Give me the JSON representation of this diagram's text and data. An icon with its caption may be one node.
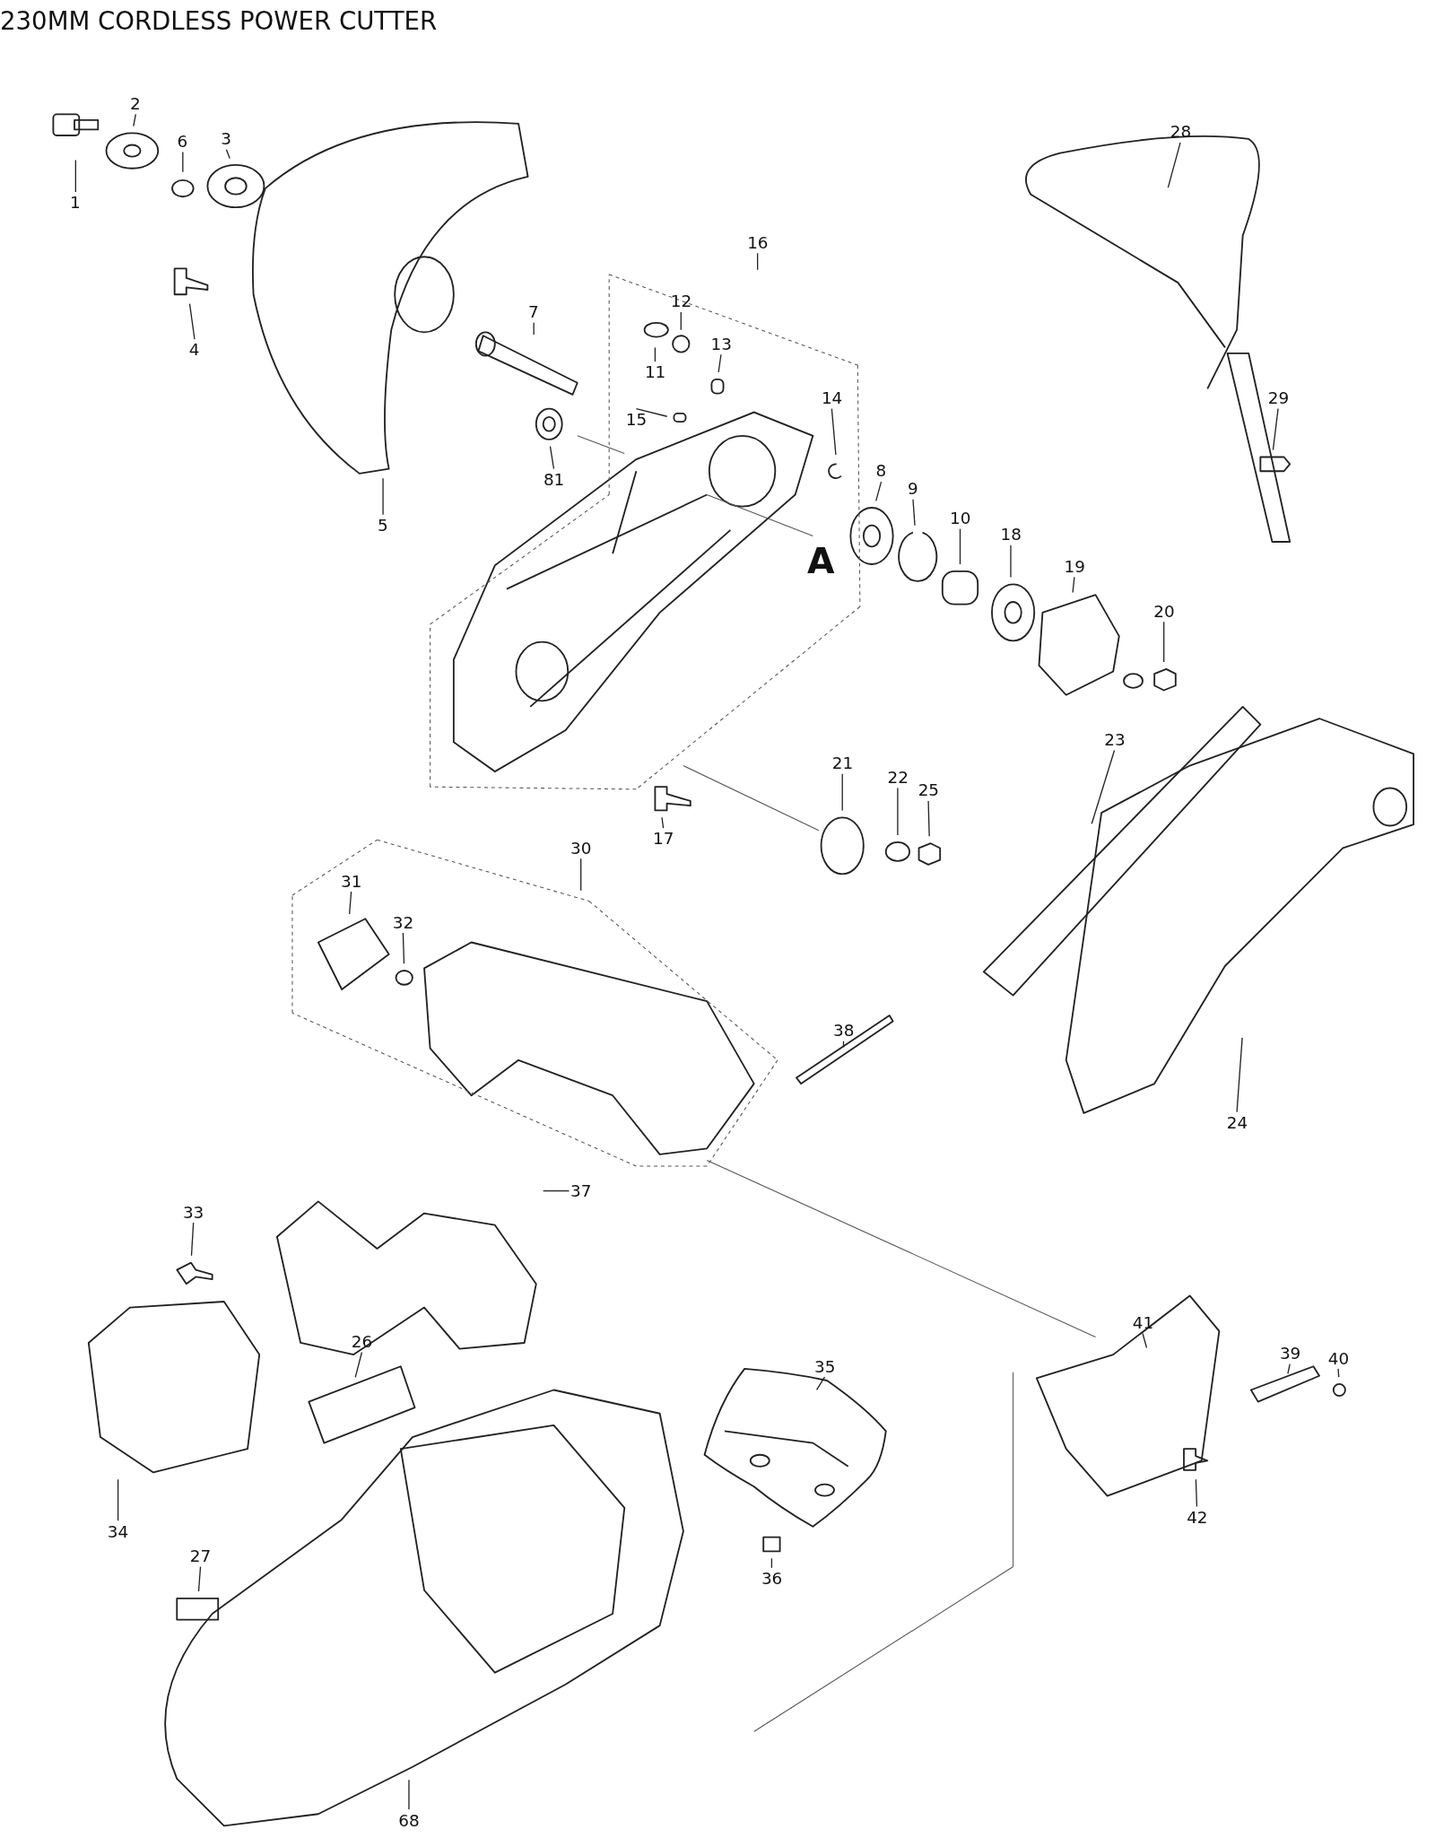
{
  "diagram": {
    "title": "230MM CORDLESS POWER CUTTER",
    "nodes": [
      {
        "text": [
          "1"
        ]
      },
      {
        "text": [
          "2"
        ]
      },
      {
        "text": [
          "6"
        ]
      },
      {
        "text": [
          "3"
        ]
      },
      {
        "text": [
          "4"
        ]
      },
      {
        "text": [
          "5"
        ]
      },
      {
        "text": [
          "7"
        ]
      },
      {
        "text": [
          "16"
        ]
      },
      {
        "text": [
          "12"
        ]
      },
      {
        "text": [
          "13"
        ]
      },
      {
        "text": [
          "11"
        ]
      },
      {
        "text": [
          "15"
        ]
      },
      {
        "text": [
          "14"
        ]
      },
      {
        "text": [
          "81"
        ]
      },
      {
        "text": [
          "8"
        ]
      },
      {
        "text": [
          "9"
        ]
      },
      {
        "text": [
          "10"
        ]
      },
      {
        "text": [
          "18"
        ]
      },
      {
        "text": [
          "19"
        ]
      },
      {
        "text": [
          "20"
        ]
      },
      {
        "text": [
          "28"
        ]
      },
      {
        "text": [
          "29"
        ]
      },
      {
        "text": [
          "23"
        ]
      },
      {
        "text": [
          "21"
        ]
      },
      {
        "text": [
          "22"
        ]
      },
      {
        "text": [
          "25"
        ]
      },
      {
        "text": [
          "17"
        ]
      },
      {
        "text": [
          "30"
        ]
      },
      {
        "text": [
          "31"
        ]
      },
      {
        "text": [
          "32"
        ]
      },
      {
        "text": [
          "38"
        ]
      },
      {
        "text": [
          "24"
        ]
      },
      {
        "text": [
          "37"
        ]
      },
      {
        "text": [
          "33"
        ]
      },
      {
        "text": [
          "26"
        ]
      },
      {
        "text": [
          "35"
        ]
      },
      {
        "text": [
          "41"
        ]
      },
      {
        "text": [
          "39"
        ]
      },
      {
        "text": [
          "40"
        ]
      },
      {
        "text": [
          "42"
        ]
      },
      {
        "text": [
          "34"
        ]
      },
      {
        "text": [
          "27"
        ]
      },
      {
        "text": [
          "36"
        ]
      },
      {
        "text": [
          "68"
        ]
      }
    ],
    "edges": [
      {
        "from": 0,
        "to": null,
        "arrow": "none"
      },
      {
        "from": 1,
        "to": null,
        "arrow": "none"
      },
      {
        "from": 2,
        "to": null,
        "arrow": "none"
      },
      {
        "from": 3,
        "to": null,
        "arrow": "none"
      },
      {
        "from": 4,
        "to": null,
        "arrow": "none"
      },
      {
        "from": 5,
        "to": null,
        "arrow": "none"
      },
      {
        "from": 6,
        "to": null,
        "arrow": "none"
      },
      {
        "from": 7,
        "to": null,
        "arrow": "none"
      },
      {
        "from": 8,
        "to": null,
        "arrow": "none"
      },
      {
        "from": 9,
        "to": null,
        "arrow": "none"
      },
      {
        "from": 10,
        "to": null,
        "arrow": "none"
      },
      {
        "from": 11,
        "to": null,
        "arrow": "none"
      },
      {
        "from": 12,
        "to": null,
        "arrow": "none"
      },
      {
        "from": 13,
        "to": null,
        "arrow": "none"
      },
      {
        "from": 14,
        "to": null,
        "arrow": "none"
      },
      {
        "from": 15,
        "to": null,
        "arrow": "none"
      },
      {
        "from": 16,
        "to": null,
        "arrow": "none"
      },
      {
        "from": 17,
        "to": null,
        "arrow": "none"
      },
      {
        "from": 18,
        "to": null,
        "arrow": "none"
      },
      {
        "from": 19,
        "to": null,
        "arrow": "none"
      },
      {
        "from": 20,
        "to": null,
        "arrow": "none"
      },
      {
        "from": 21,
        "to": null,
        "arrow": "none"
      },
      {
        "from": 22,
        "to": null,
        "arrow": "none"
      },
      {
        "from": 23,
        "to": null,
        "arrow": "none"
      },
      {
        "from": 24,
        "to": null,
        "arrow": "none"
      },
      {
        "from": 25,
        "to": null,
        "arrow": "none"
      },
      {
        "from": 26,
        "to": null,
        "arrow": "none"
      },
      {
        "from": 27,
        "to": null,
        "arrow": "none"
      },
      {
        "from": 28,
        "to": null,
        "arrow": "none"
      },
      {
        "from": 29,
        "to": null,
        "arrow": "none"
      },
      {
        "from": 30,
        "to": null,
        "arrow": "none"
      },
      {
        "from": 31,
        "to": null,
        "arrow": "none"
      },
      {
        "from": 32,
        "to": null,
        "arrow": "none"
      },
      {
        "from": 33,
        "to": null,
        "arrow": "none"
      },
      {
        "from": 34,
        "to": null,
        "arrow": "none"
      },
      {
        "from": 35,
        "to": null,
        "arrow": "none"
      },
      {
        "from": 36,
        "to": null,
        "arrow": "none"
      },
      {
        "from": 37,
        "to": null,
        "arrow": "none"
      },
      {
        "from": 38,
        "to": null,
        "arrow": "none"
      },
      {
        "from": 39,
        "to": null,
        "arrow": "none"
      },
      {
        "from": 40,
        "to": null,
        "arrow": "none"
      },
      {
        "from": 41,
        "to": null,
        "arrow": "none"
      },
      {
        "from": 42,
        "to": null,
        "arrow": "none"
      },
      {
        "from": 43,
        "to": null,
        "arrow": "none"
      }
    ],
    "labels": [
      "A"
    ]
  }
}
